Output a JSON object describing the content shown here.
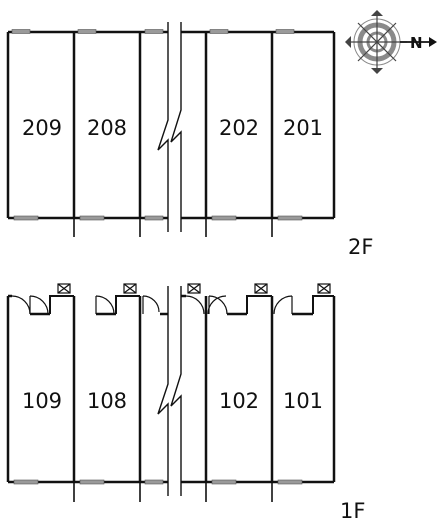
{
  "floors": {
    "second": {
      "label": "2F",
      "units": [
        {
          "number": "209"
        },
        {
          "number": "208"
        },
        {
          "number": "202"
        },
        {
          "number": "201"
        }
      ]
    },
    "first": {
      "label": "1F",
      "units": [
        {
          "number": "109"
        },
        {
          "number": "108"
        },
        {
          "number": "102"
        },
        {
          "number": "101"
        }
      ]
    }
  },
  "compass": {
    "north_label": "N",
    "icon": "compass-rose-icon"
  },
  "colors": {
    "wall": "#111111",
    "window": "#9a9a9a",
    "compass_ring": "#8a8a8a"
  }
}
